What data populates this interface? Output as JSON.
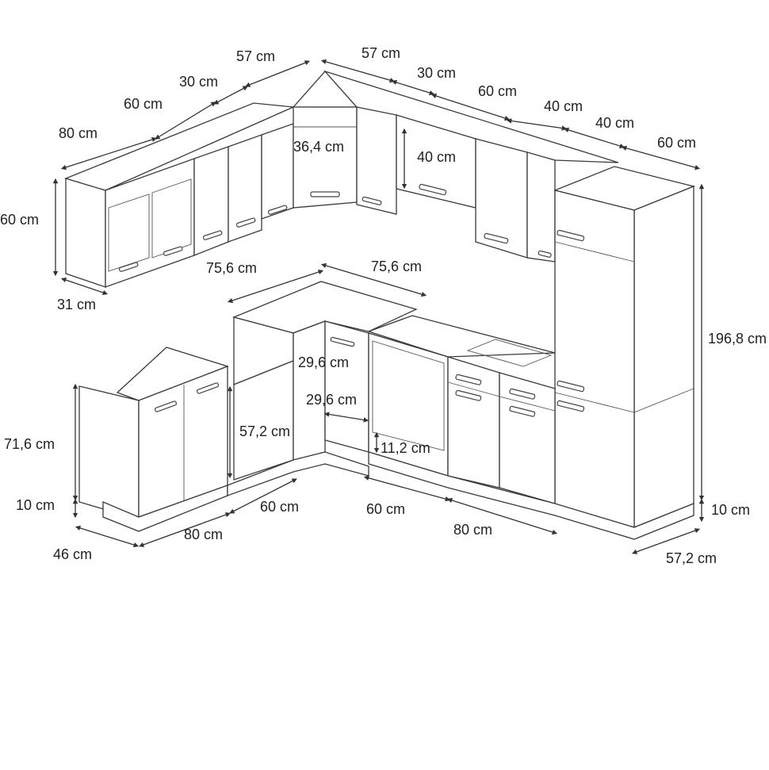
{
  "title": "L-shaped kitchen dimensions",
  "colors": {
    "line": "#3a3a3a",
    "text": "#222222",
    "background": "#ffffff"
  },
  "labels": {
    "top_57_left": "57 cm",
    "top_57_right": "57 cm",
    "top_30_left": "30 cm",
    "top_30_right": "30 cm",
    "top_60_left": "60 cm",
    "top_60_right": "60 cm",
    "top_80": "80 cm",
    "top_40_a": "40 cm",
    "top_40_b": "40 cm",
    "top_60_far": "60 cm",
    "corner_36_4": "36,4 cm",
    "upper_40_height": "40 cm",
    "upper_height_60": "60 cm",
    "upper_depth_31": "31 cm",
    "counter_75_6_left": "75,6 cm",
    "counter_75_6_right": "75,6 cm",
    "tall_height": "196,8 cm",
    "corner_29_6_a": "29,6 cm",
    "corner_29_6_b": "29,6 cm",
    "base_57_2": "57,2 cm",
    "base_height_71_6": "71,6 cm",
    "oven_11_2": "11,2 cm",
    "plinth_10_left": "10 cm",
    "base_60_left": "60 cm",
    "base_60_right": "60 cm",
    "plinth_10_right": "10 cm",
    "base_80_left": "80 cm",
    "base_80_right": "80 cm",
    "base_depth_46": "46 cm",
    "tall_depth_57_2": "57,2 cm"
  }
}
